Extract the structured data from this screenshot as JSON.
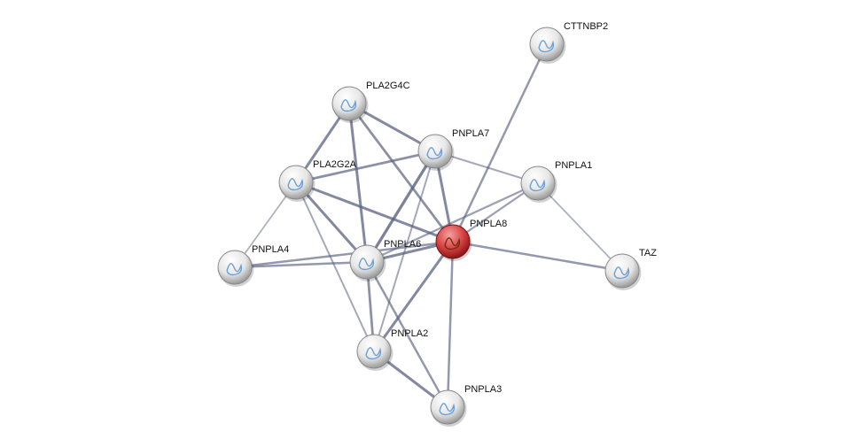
{
  "network": {
    "query_node": "PNPLA8",
    "colors": {
      "edge": "#5a6180",
      "node": "#e8e8e8",
      "query": "#c62b2b"
    },
    "nodes": [
      {
        "id": "CTTNBP2",
        "label": "CTTNBP2"
      },
      {
        "id": "PLA2G4C",
        "label": "PLA2G4C"
      },
      {
        "id": "PNPLA7",
        "label": "PNPLA7"
      },
      {
        "id": "PLA2G2A",
        "label": "PLA2G2A"
      },
      {
        "id": "PNPLA1",
        "label": "PNPLA1"
      },
      {
        "id": "PNPLA8",
        "label": "PNPLA8"
      },
      {
        "id": "PNPLA4",
        "label": "PNPLA4"
      },
      {
        "id": "PNPLA6",
        "label": "PNPLA6"
      },
      {
        "id": "TAZ",
        "label": "TAZ"
      },
      {
        "id": "PNPLA2",
        "label": "PNPLA2"
      },
      {
        "id": "PNPLA3",
        "label": "PNPLA3"
      }
    ],
    "edges": [
      {
        "source": "CTTNBP2",
        "target": "PNPLA8",
        "strength": 0.6
      },
      {
        "source": "PLA2G4C",
        "target": "PNPLA7",
        "strength": 0.8
      },
      {
        "source": "PLA2G4C",
        "target": "PLA2G2A",
        "strength": 0.8
      },
      {
        "source": "PLA2G4C",
        "target": "PNPLA6",
        "strength": 0.8
      },
      {
        "source": "PLA2G4C",
        "target": "PNPLA8",
        "strength": 0.7
      },
      {
        "source": "PNPLA7",
        "target": "PLA2G2A",
        "strength": 0.7
      },
      {
        "source": "PNPLA7",
        "target": "PNPLA1",
        "strength": 0.4
      },
      {
        "source": "PNPLA7",
        "target": "PNPLA8",
        "strength": 0.8
      },
      {
        "source": "PNPLA7",
        "target": "PNPLA6",
        "strength": 0.9
      },
      {
        "source": "PNPLA7",
        "target": "PNPLA2",
        "strength": 0.4
      },
      {
        "source": "PLA2G2A",
        "target": "PNPLA8",
        "strength": 0.8
      },
      {
        "source": "PLA2G2A",
        "target": "PNPLA6",
        "strength": 0.8
      },
      {
        "source": "PLA2G2A",
        "target": "PNPLA4",
        "strength": 0.3
      },
      {
        "source": "PLA2G2A",
        "target": "PNPLA2",
        "strength": 0.4
      },
      {
        "source": "PNPLA1",
        "target": "PNPLA8",
        "strength": 0.5
      },
      {
        "source": "PNPLA1",
        "target": "PNPLA6",
        "strength": 0.5
      },
      {
        "source": "PNPLA1",
        "target": "TAZ",
        "strength": 0.3
      },
      {
        "source": "PNPLA8",
        "target": "TAZ",
        "strength": 0.6
      },
      {
        "source": "PNPLA8",
        "target": "PNPLA4",
        "strength": 0.6
      },
      {
        "source": "PNPLA8",
        "target": "PNPLA6",
        "strength": 0.8
      },
      {
        "source": "PNPLA8",
        "target": "PNPLA2",
        "strength": 0.8
      },
      {
        "source": "PNPLA8",
        "target": "PNPLA3",
        "strength": 0.6
      },
      {
        "source": "PNPLA4",
        "target": "PNPLA6",
        "strength": 0.6
      },
      {
        "source": "PNPLA6",
        "target": "PNPLA2",
        "strength": 0.7
      },
      {
        "source": "PNPLA6",
        "target": "PNPLA3",
        "strength": 0.6
      },
      {
        "source": "PNPLA2",
        "target": "PNPLA3",
        "strength": 0.8
      }
    ]
  }
}
